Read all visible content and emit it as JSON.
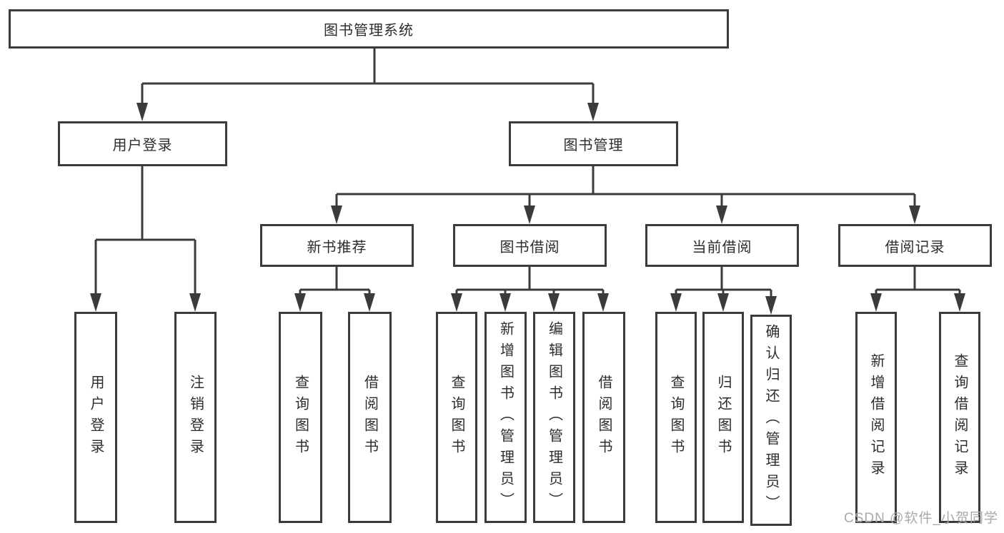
{
  "tree": {
    "root": {
      "label": "图书管理系统"
    },
    "branches": [
      {
        "label": "用户登录",
        "children": [
          {
            "label": "用户登录"
          },
          {
            "label": "注销登录"
          }
        ]
      },
      {
        "label": "图书管理",
        "children": [
          {
            "label": "新书推荐",
            "children": [
              {
                "label": "查询图书"
              },
              {
                "label": "借阅图书"
              }
            ]
          },
          {
            "label": "图书借阅",
            "children": [
              {
                "label": "查询图书"
              },
              {
                "label": "新增图书（管理员）"
              },
              {
                "label": "编辑图书（管理员）"
              },
              {
                "label": "借阅图书"
              }
            ]
          },
          {
            "label": "当前借阅",
            "children": [
              {
                "label": "查询图书"
              },
              {
                "label": "归还图书"
              },
              {
                "label": "确认归还（管理员）"
              }
            ]
          },
          {
            "label": "借阅记录",
            "children": [
              {
                "label": "新增借阅记录"
              },
              {
                "label": "查询借阅记录"
              }
            ]
          }
        ]
      }
    ]
  },
  "watermark": "CSDN @软件_小贺同学",
  "colors": {
    "line": "#3b3b3b",
    "text": "#2d2d2d",
    "watermark": "#a9a9a9",
    "background": "#ffffff"
  }
}
